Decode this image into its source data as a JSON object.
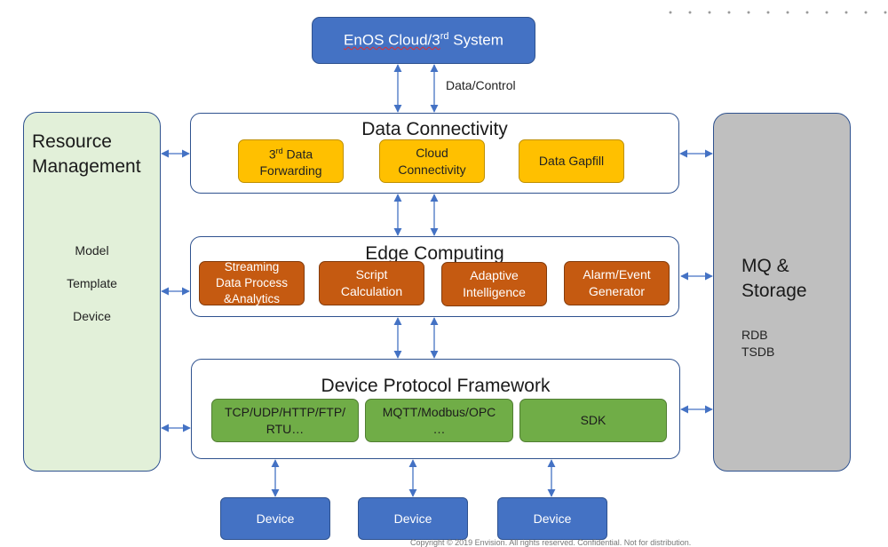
{
  "cloud": {
    "prefix": "EnOS Cloud/3",
    "sup": "rd",
    "suffix": "System"
  },
  "data_control": "Data/Control",
  "resource_management": {
    "title_line1": "Resource",
    "title_line2": "Management",
    "items": [
      "Model",
      "Template",
      "Device"
    ]
  },
  "storage": {
    "title_line1": "MQ &",
    "title_line2": "Storage",
    "items": [
      "RDB",
      "TSDB"
    ]
  },
  "data_connectivity": {
    "title": "Data Connectivity",
    "modules": {
      "forwarding": {
        "prefix": "3",
        "sup": "rd",
        "rest": " Data",
        "line2": "Forwarding"
      },
      "cloud": {
        "line1": "Cloud",
        "line2": "Connectivity"
      },
      "gapfill": "Data Gapfill"
    }
  },
  "edge_computing": {
    "title": "Edge Computing",
    "modules": [
      {
        "lines": [
          "Streaming",
          "Data Process",
          "&Analytics"
        ]
      },
      {
        "lines": [
          "Script",
          "Calculation"
        ]
      },
      {
        "lines": [
          "Adaptive",
          "Intelligence"
        ]
      },
      {
        "lines": [
          "Alarm/Event",
          "Generator"
        ]
      }
    ]
  },
  "device_protocol": {
    "title": "Device Protocol Framework",
    "modules": [
      {
        "lines": [
          "TCP/UDP/HTTP/FTP/",
          "RTU…"
        ]
      },
      {
        "lines": [
          "MQTT/Modbus/OPC",
          "…"
        ]
      },
      {
        "lines": [
          "SDK"
        ]
      }
    ]
  },
  "devices": [
    "Device",
    "Device",
    "Device"
  ],
  "colors": {
    "cloud_box": "#4472c4",
    "border": "#2f528f",
    "resource_bg": "#e2f0d9",
    "storage_bg": "#bfbfbf",
    "connectivity_module": "#ffc000",
    "edge_module": "#c55a11",
    "protocol_module": "#70ad47",
    "device_box": "#4472c4",
    "arrow": "#4472c4"
  },
  "footer": "Copyright © 2019 Envision. All rights reserved. Confidential. Not for distribution."
}
